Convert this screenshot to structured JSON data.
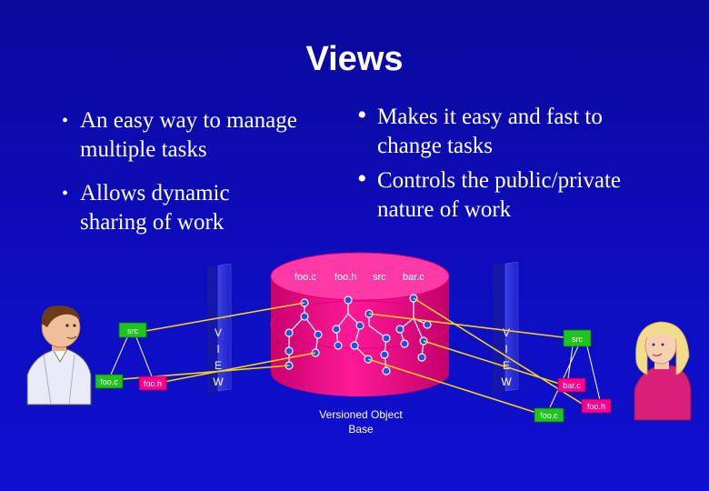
{
  "title": "Views",
  "left_bullets": [
    {
      "line1": "An easy way to manage",
      "line2": "multiple tasks"
    },
    {
      "line1": "Allows dynamic",
      "line2": "sharing of work"
    }
  ],
  "right_bullets": [
    {
      "line1": "Makes it easy and fast to",
      "line2": "change tasks"
    },
    {
      "line1": "Controls the public/private",
      "line2": "nature of work"
    }
  ],
  "bullet_glyph": "•",
  "database": {
    "file_labels": [
      "foo.c",
      "foo.h",
      "src",
      "bar.c"
    ],
    "caption_line1": "Versioned Object",
    "caption_line2": "Base"
  },
  "view_letters": [
    "V",
    "I",
    "E",
    "W"
  ],
  "left_workspace": {
    "src": "src",
    "file1": "foo.c",
    "file2": "foo.h"
  },
  "right_workspace": {
    "src": "src",
    "file1": "bar.c",
    "file2": "foo.c",
    "file3": "foo.h"
  },
  "colors": {
    "background": "#0d0dbf",
    "database": "#ff008c",
    "view_panel": "#2c30d8",
    "link_line": "#f2d21a",
    "folder_box": "#21c41f",
    "file_box": "#ff008c"
  }
}
